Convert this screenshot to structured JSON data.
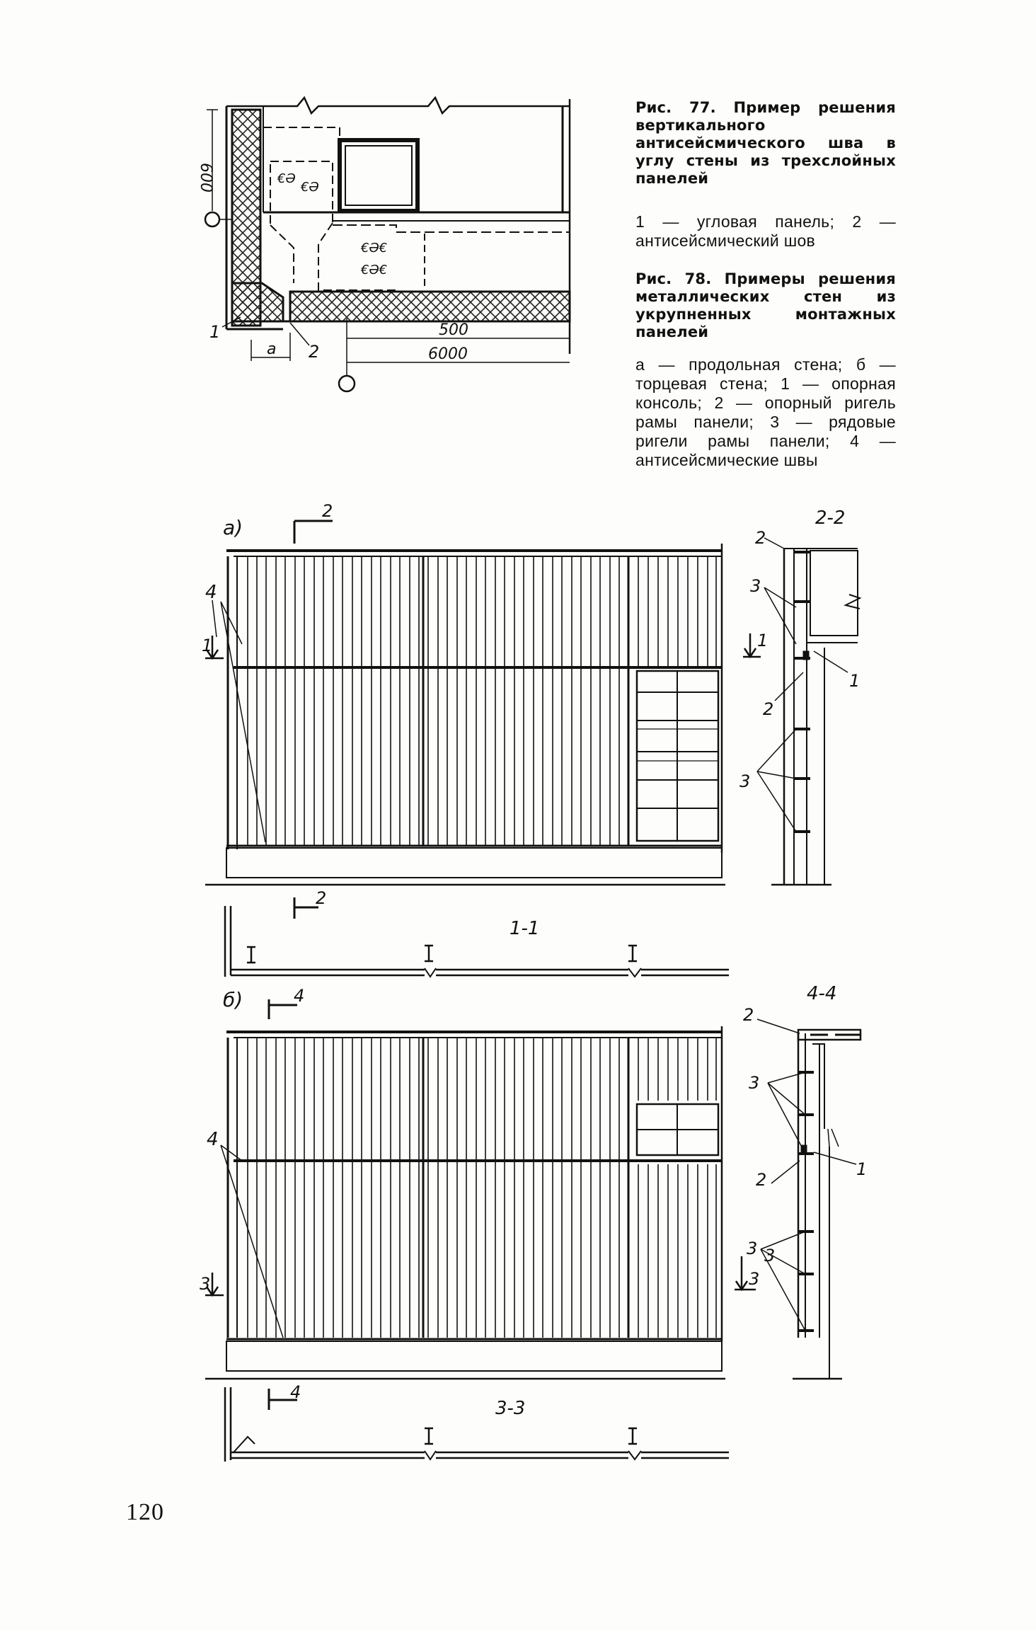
{
  "fig77": {
    "title": "Рис. 77. Пример решения вертикального антисейсмического шва в углу стены из трехслойных панелей",
    "legend": "1 — угловая панель; 2 — антисейсмический шов",
    "labels": {
      "dim_top": "600",
      "dim_500": "500",
      "dim_6000": "6000",
      "dim_a": "a",
      "num_1": "1",
      "num_2": "2"
    }
  },
  "fig78": {
    "title": "Рис. 78. Примеры решения металлических стен из укрупненных монтажных панелей",
    "legend": "а — продольная стена; б — торцевая стена; 1 — опорная консоль; 2 — опорный ригель рамы панели; 3 — рядовые ригели рамы панели; 4 — антисейсмические швы",
    "a": {
      "letter": "а)",
      "section_2_2": "2-2",
      "section_1_1": "1-1",
      "cut_2_top": "2",
      "cut_2_bottom": "2",
      "cut_1_left": "1",
      "cut_1_right": "1",
      "num_4": "4",
      "num_2_top": "2",
      "num_3_top": "3",
      "num_1": "1",
      "num_2_mid": "2",
      "num_3_bottom": "3"
    },
    "b": {
      "letter": "б)",
      "section_4_4": "4-4",
      "section_3_3": "3-3",
      "cut_4_top": "4",
      "cut_4_bottom": "4",
      "cut_3_left": "3",
      "cut_3_right": "3",
      "num_4": "4",
      "num_2_top": "2",
      "num_3_top": "3",
      "num_1": "1",
      "num_2_mid": "2",
      "num_3_bottom": "3",
      "num_3_bottom_b": "3"
    }
  },
  "page_number": "120"
}
